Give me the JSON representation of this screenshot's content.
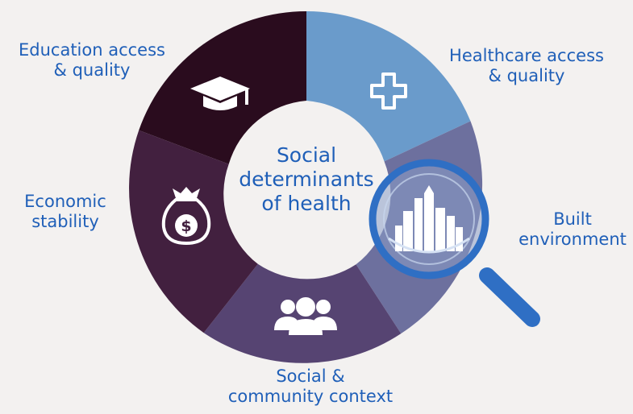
{
  "center": {
    "line1": "Social",
    "line2": "determinants",
    "line3": "of health"
  },
  "segments": [
    {
      "id": "education",
      "line1": "Education access",
      "line2": "&  quality",
      "color": "#2a0c1e",
      "icon": "graduation-cap-icon"
    },
    {
      "id": "healthcare",
      "line1": "Healthcare access",
      "line2": "& quality",
      "color": "#6a9bcb",
      "icon": "medical-cross-icon"
    },
    {
      "id": "built",
      "line1": "Built",
      "line2": "environment",
      "color": "#6d709e",
      "icon": "city-buildings-icon"
    },
    {
      "id": "social",
      "line1": "Social &",
      "line2": "community context",
      "color": "#564472",
      "icon": "people-group-icon"
    },
    {
      "id": "economic",
      "line1": "Economic",
      "line2": "stability",
      "color": "#42203f",
      "icon": "money-bag-icon"
    }
  ],
  "colors": {
    "text": "#1f5fb8",
    "background": "#f3f1f0",
    "magnifier": "#2f6fc4"
  }
}
